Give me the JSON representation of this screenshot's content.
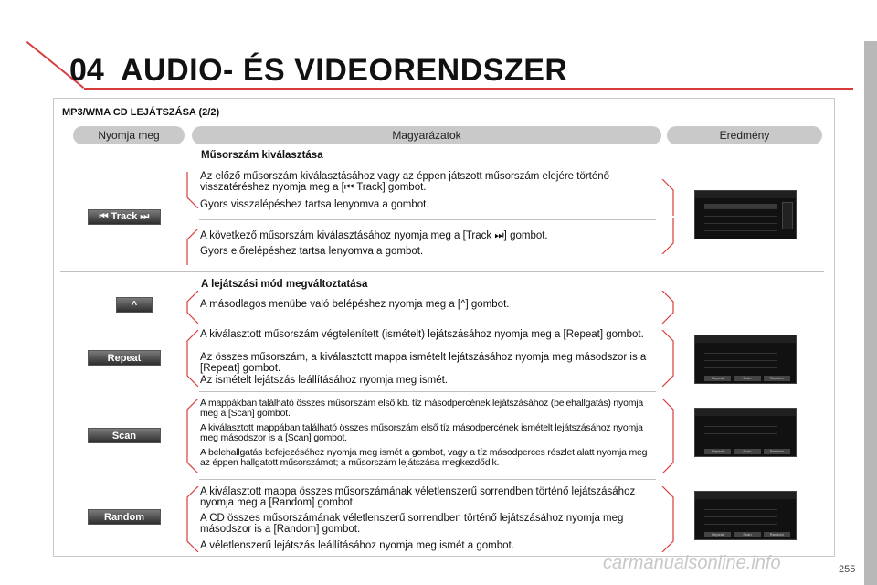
{
  "chapter": {
    "number": "04",
    "title": "AUDIO- ÉS VIDEORENDSZER"
  },
  "section_title": "MP3/WMA CD LEJÁTSZÁSA (2/2)",
  "columns": {
    "col1": "Nyomja meg",
    "col2": "Magyarázatok",
    "col3": "Eredmény"
  },
  "block1": {
    "heading": "Műsorszám kiválasztása",
    "p1": "Az előző műsorszám kiválasztásához vagy az éppen játszott műsorszám elejére történő visszatéréshez nyomja meg a [⏮ Track] gombot.",
    "p2": "Gyors visszalépéshez tartsa lenyomva a gombot.",
    "p3": "A következő műsorszám kiválasztásához nyomja meg a [Track ⏭] gombot.",
    "p4": "Gyors előrelépéshez tartsa lenyomva a gombot.",
    "button": "⏮ Track ⏭"
  },
  "block2": {
    "heading": "A lejátszási mód megváltoztatása",
    "p1": "A másodlagos menübe való belépéshez nyomja meg a [^] gombot.",
    "button": "^"
  },
  "block3": {
    "p1": "A kiválasztott műsorszám végtelenített (ismételt) lejátszásához nyomja meg a [Repeat] gombot.",
    "p2": "Az összes műsorszám, a kiválasztott mappa ismételt lejátszásához nyomja meg másodszor is a [Repeat] gombot.",
    "p3": "Az ismételt lejátszás leállításához nyomja meg ismét.",
    "button": "Repeat"
  },
  "block4": {
    "p1": "A mappákban található összes műsorszám első kb. tíz másodpercének lejátszásához (belehallgatás) nyomja meg a [Scan] gombot.",
    "p2": "A kiválasztott mappában található összes műsorszám első tíz másodpercének ismételt lejátszásához nyomja meg másodszor is a [Scan] gombot.",
    "p3": "A belehallgatás befejezéséhez nyomja meg ismét a gombot, vagy a tíz másodperces részlet alatt nyomja meg az éppen hallgatott műsorszámot; a műsorszám lejátszása megkezdődik.",
    "button": "Scan"
  },
  "block5": {
    "p1": "A kiválasztott mappa összes műsorszámának véletlenszerű sorrendben történő lejátszásához nyomja meg a [Random] gombot.",
    "p2": "A CD összes műsorszámának véletlenszerű sorrendben történő lejátszásához nyomja meg másodszor is a [Random] gombot.",
    "p3": "A véletlenszerű lejátszás leállításához nyomja meg ismét a gombot.",
    "button": "Random"
  },
  "screen_buttons": {
    "repeat": "Repeat",
    "scan": "Scan",
    "random": "Random"
  },
  "page_number": "255",
  "watermark": "carmanualsonline.info",
  "colors": {
    "accent": "#d93b3b",
    "tab": "#c9c9c9"
  }
}
